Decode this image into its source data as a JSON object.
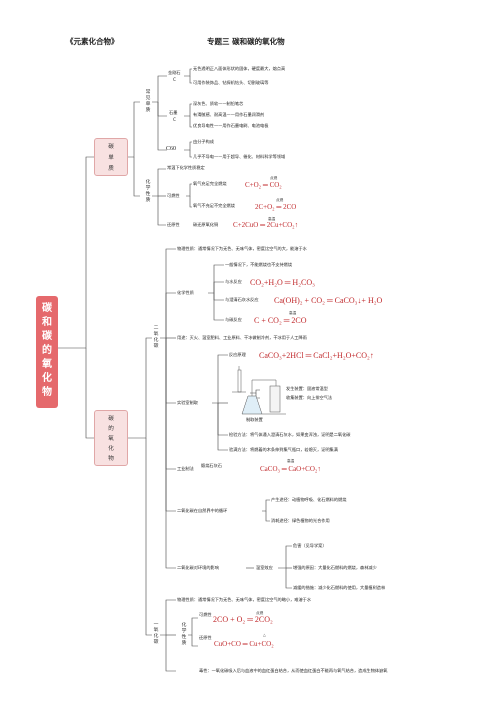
{
  "header": {
    "series": "《元素化合物》",
    "topic": "专题三    碳和碳的氧化物"
  },
  "root": {
    "label": "碳和碳的氧化物",
    "chars": [
      "碳",
      "和",
      "碳",
      "的",
      "氧",
      "化",
      "物"
    ]
  },
  "carbon": {
    "label_chars": [
      "碳",
      "单",
      "质"
    ],
    "physical": {
      "label_chars": [
        "常",
        "见",
        "单",
        "质"
      ],
      "diamond": {
        "name": "金刚石",
        "symbol": "C",
        "lines": [
          "无色透明正八面体形状的固体，硬度最大，熔点高",
          "可用作装饰品、钻探机钻头、切割玻璃等"
        ]
      },
      "graphite": {
        "name": "石墨",
        "symbol": "C",
        "lines": [
          "深灰色、质软——制铅笔芯",
          "有滑腻感、耐高温——用作石墨润滑剂",
          "优良导电性——用作石墨电刷、电池电极"
        ]
      },
      "c60": {
        "name": "C60",
        "lines": [
          "由分子构成",
          "几乎不导电——用于超导、催化、材料科学等领域"
        ]
      }
    },
    "chemical": {
      "label_chars": [
        "化",
        "学",
        "性",
        "质"
      ],
      "stable": "常温下化学性质稳定",
      "flammable": "可燃性",
      "o2_full": "氧气充足完全燃烧",
      "o2_full_eq": "C+O₂ ═ CO₂",
      "o2_full_cond": "点燃",
      "o2_less": "氧气不充足不完全燃烧",
      "o2_less_eq": "2C+O₂ ═ 2CO",
      "o2_less_cond": "点燃",
      "reducing": "还原性",
      "reduce_cuo": "碳还原氧化铜",
      "reduce_eq": "C+2CuO ═ 2Cu+CO₂↑",
      "reduce_cond": "高温"
    }
  },
  "co2": {
    "label_chars": [
      "二",
      "氧",
      "化",
      "碳"
    ],
    "physical": "物理性质：通常情况下为无色、无味气体，密度比空气的大，能溶于水",
    "chemical_label": "化学性质",
    "no_burn": "一般情况下，不能燃烧也不支持燃烧",
    "with_water": "与水反应",
    "with_water_eq": "CO₂+H₂O ═ H₂CO₃",
    "with_lime": "与澄清石灰水反应",
    "with_lime_eq": "Ca(OH)₂ + CO₂ ═ CaCO₃↓+ H₂O",
    "with_c": "与碳反应",
    "with_c_eq": "C + CO₂ ═ 2CO",
    "with_c_cond": "高温",
    "uses": "用途：灭火、温室肥料、工业原料、干冰做制冷剂，干冰用于人工降雨",
    "lab_label": "实验室制取",
    "principle": "反应原理",
    "principle_eq": "CaCO₃+2HCl ═ CaCl₂+H₂O+CO₂↑",
    "generator": "发生装置：固液常温型",
    "collector": "收集装置：向上排空气法",
    "apparatus": "制取装置",
    "test": "检验方法：将气体通入澄清石灰水，如果变浑浊，证明是二氧化碳",
    "full_test": "验满方法：将燃着的木条伸到集气瓶口，若熄灭，证明集满",
    "industry_label": "工业制法",
    "industry_item": "煅烧石灰石",
    "industry_eq": "CaCO₃ ═ CaO+CO₂↑",
    "industry_cond": "高温",
    "cycle_label": "二氧化碳在自然界中的循环",
    "cycle_produce": "产生途径：动植物呼吸、化石燃料的燃烧",
    "cycle_consume": "消耗途径：绿色植物的光合作用",
    "env_label": "二氧化碳对环境的影响",
    "greenhouse": "温室效应",
    "harm": "危害（见导学案）",
    "cause": "增强的原因：大量化石燃料的燃烧，森林减少",
    "measure": "减缓的措施：减少化石燃料的使用，大量植树造林",
    "sub_chars": [
      "碳",
      "的",
      "氧",
      "化",
      "物"
    ]
  },
  "co": {
    "label_chars": [
      "一",
      "氧",
      "化",
      "碳"
    ],
    "physical": "物理性质：通常情况下为无色、无味气体，密度比空气的略小，难溶于水",
    "chem_chars": [
      "化",
      "学",
      "性",
      "质"
    ],
    "flammable": "可燃性",
    "flammable_eq": "2CO + O₂ ═ 2CO₂",
    "flammable_cond": "点燃",
    "reducing": "还原性",
    "reducing_eq": "CuO+CO ═ Cu+CO₂",
    "reducing_cond": "△",
    "toxic": "毒性：一氧化碳吸入后与血液中的血红蛋白结合，从而使血红蛋白不能再与氧气结合，造成生物体缺氧"
  }
}
